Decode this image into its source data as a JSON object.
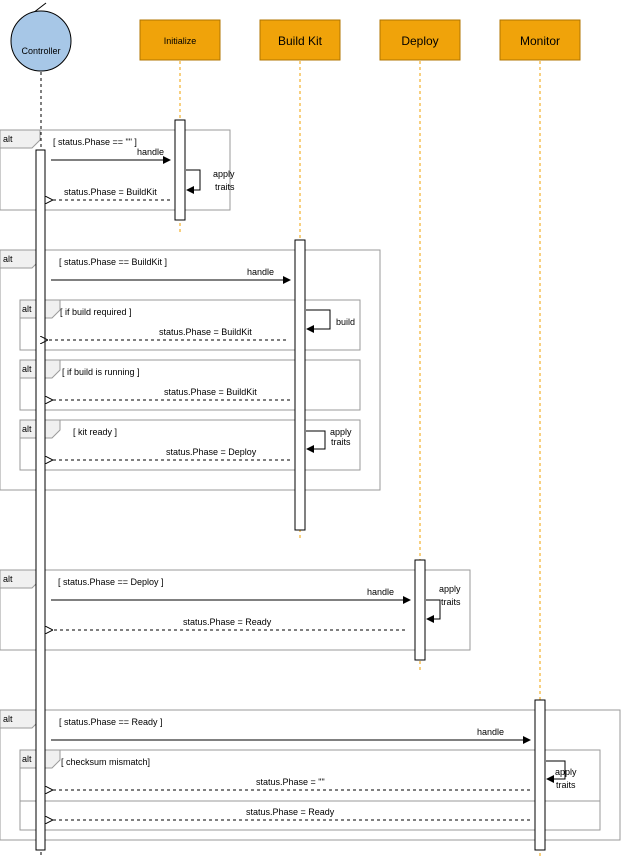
{
  "participants": {
    "controller": "Controller",
    "initialize": "Initialize",
    "buildkit": "Build Kit",
    "deploy": "Deploy",
    "monitor": "Monitor"
  },
  "colors": {
    "controller_fill": "#a7c7e7",
    "participant_fill": "#f0a30a",
    "participant_stroke": "#b07400"
  },
  "frames": {
    "f1": {
      "tag": "alt",
      "guard": "[ status.Phase == \"\" ]"
    },
    "f2": {
      "tag": "alt",
      "guard": "[ status.Phase == BuildKit ]"
    },
    "f2a": {
      "tag": "alt",
      "guard": "[ if build required ]"
    },
    "f2b": {
      "tag": "alt",
      "guard": "[ if build is running ]"
    },
    "f2c": {
      "tag": "alt",
      "guard": "[ kit ready ]"
    },
    "f3": {
      "tag": "alt",
      "guard": "[ status.Phase == Deploy ]"
    },
    "f4": {
      "tag": "alt",
      "guard": "[ status.Phase == Ready ]"
    },
    "f4a": {
      "tag": "alt",
      "guard": "[ checksum mismatch]"
    }
  },
  "messages": {
    "m1": "handle",
    "m1_self_a": "apply",
    "m1_self_b": "traits",
    "m1_ret": "status.Phase = BuildKit",
    "m2": "handle",
    "m2a_self": "build",
    "m2a_ret": "status.Phase = BuildKit",
    "m2b_ret": "status.Phase = BuildKit",
    "m2c_self_a": "apply",
    "m2c_self_b": "traits",
    "m2c_ret": "status.Phase = Deploy",
    "m3": "handle",
    "m3_self_a": "apply",
    "m3_self_b": "traits",
    "m3_ret": "status.Phase = Ready",
    "m4": "handle",
    "m4_self_a": "apply",
    "m4_self_b": "traits",
    "m4a_ret1": "status.Phase = \"\"",
    "m4a_ret2": "status.Phase = Ready"
  }
}
